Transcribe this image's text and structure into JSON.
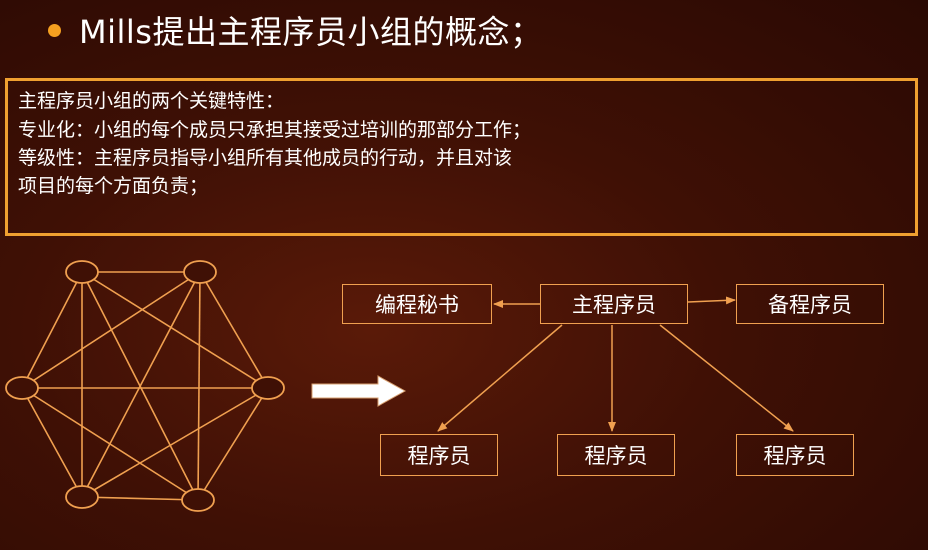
{
  "title": "Mills提出主程序员小组的概念；",
  "description_lines": [
    "主程序员小组的两个关键特性：",
    "专业化：小组的每个成员只承担其接受过培训的那部分工作；",
    "等级性：主程序员指导小组所有其他成员的行动，并且对该",
    "项目的每个方面负责；"
  ],
  "org_chart": {
    "chief": "主程序员",
    "secretary": "编程秘书",
    "backup": "备程序员",
    "programmers": [
      "程序员",
      "程序员",
      "程序员"
    ]
  },
  "colors": {
    "accent": "#f0a030",
    "line": "#f0a050",
    "text": "#ffffff",
    "arrow_fill": "#ffffff"
  }
}
